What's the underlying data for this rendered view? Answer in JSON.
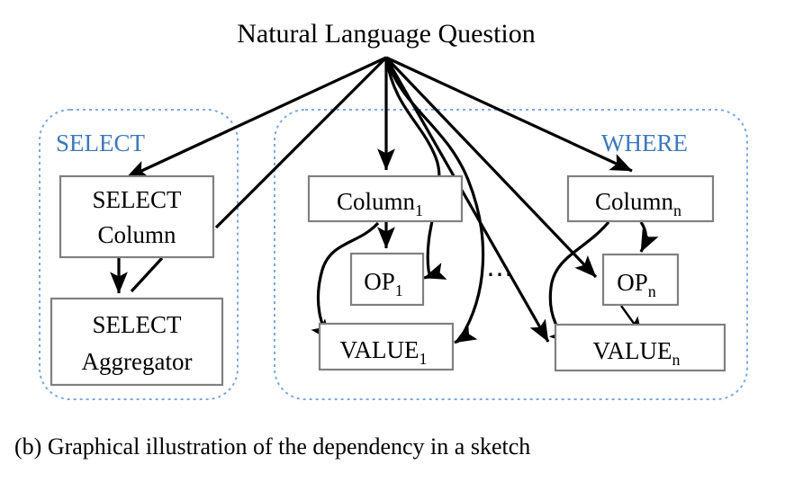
{
  "figure": {
    "title": "Natural Language Question",
    "caption": "(b) Graphical illustration of the dependency in a sketch",
    "ellipsis": "⋯",
    "colors": {
      "group_border": "#7ea9dd",
      "group_label": "#3d78bd",
      "node_border": "#808080",
      "edge": "#000000",
      "background": "#ffffff"
    },
    "groups": [
      {
        "id": "select",
        "label": "SELECT",
        "nodes": [
          {
            "id": "select-column",
            "label": "SELECT",
            "label2": "Column",
            "sub": ""
          },
          {
            "id": "select-aggregator",
            "label": "SELECT",
            "label2": "Aggregator",
            "sub": ""
          }
        ]
      },
      {
        "id": "where",
        "label": "WHERE",
        "nodes": [
          {
            "id": "column-1",
            "label": "Column",
            "label2": "",
            "sub": "1"
          },
          {
            "id": "op-1",
            "label": "OP",
            "label2": "",
            "sub": "1"
          },
          {
            "id": "value-1",
            "label": "VALUE",
            "label2": "",
            "sub": "1"
          },
          {
            "id": "column-n",
            "label": "Column",
            "label2": "",
            "sub": "n"
          },
          {
            "id": "op-n",
            "label": "OP",
            "label2": "",
            "sub": "n"
          },
          {
            "id": "value-n",
            "label": "VALUE",
            "label2": "",
            "sub": "n"
          }
        ]
      }
    ],
    "edges": [
      {
        "from": "question",
        "to": "select-column"
      },
      {
        "from": "question",
        "to": "column-1"
      },
      {
        "from": "question",
        "to": "column-n"
      },
      {
        "from": "question",
        "to": "op-1"
      },
      {
        "from": "question",
        "to": "value-1"
      },
      {
        "from": "question",
        "to": "op-n"
      },
      {
        "from": "question",
        "to": "value-n"
      },
      {
        "from": "select-column",
        "to": "select-aggregator"
      },
      {
        "from": "column-1",
        "to": "op-1"
      },
      {
        "from": "column-1",
        "to": "value-1"
      },
      {
        "from": "column-n",
        "to": "op-n"
      },
      {
        "from": "column-n",
        "to": "value-n"
      },
      {
        "from": "op-n",
        "to": "value-n"
      }
    ]
  }
}
